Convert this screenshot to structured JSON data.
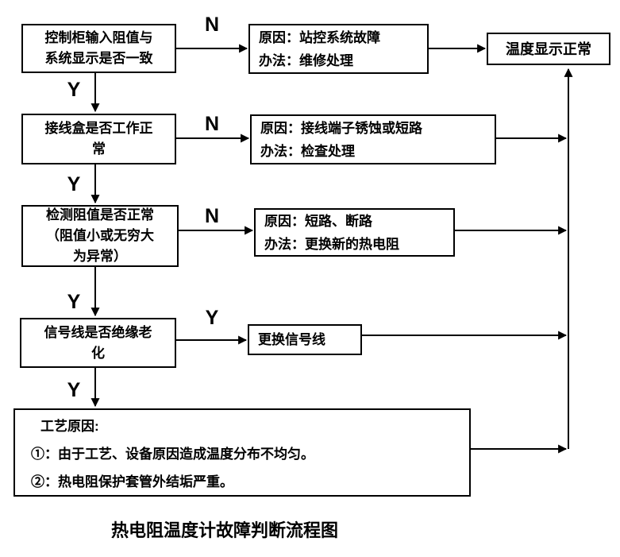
{
  "colors": {
    "stroke": "#000000",
    "text": "#000000",
    "background": "#ffffff"
  },
  "flowchart": {
    "caption": "热电阻温度计故障判断流程图",
    "terminal": {
      "label": "温度显示正常"
    },
    "decisions": [
      {
        "lines": [
          "控制柜输入阻值与",
          "系统显示是否一致"
        ]
      },
      {
        "lines": [
          "接线盒是否工作正",
          "常"
        ]
      },
      {
        "lines": [
          "检测阻值是否正常",
          "（阻值小或无穷大",
          "为异常）"
        ]
      },
      {
        "lines": [
          "信号线是否绝缘老",
          "化"
        ]
      }
    ],
    "results": [
      {
        "lines": [
          "原因：站控系统故障",
          "办法：维修处理"
        ]
      },
      {
        "lines": [
          "原因：接线端子锈蚀或短路",
          "办法：检查处理"
        ]
      },
      {
        "lines": [
          "原因：短路、断路",
          "办法：更换新的热电阻"
        ]
      },
      {
        "lines": [
          "更换信号线"
        ]
      }
    ],
    "process_causes": {
      "title": "工艺原因:",
      "items": [
        "①：由于工艺、设备原因造成温度分布不均匀。",
        "②：热电阻保护套管外结垢严重。"
      ]
    },
    "edge_labels": {
      "q1_no": "N",
      "q1_yes": "Y",
      "q2_no": "N",
      "q2_yes": "Y",
      "q3_no": "N",
      "q3_yes": "Y",
      "q4_yes_right": "Y",
      "q4_yes_down": "Y"
    }
  }
}
